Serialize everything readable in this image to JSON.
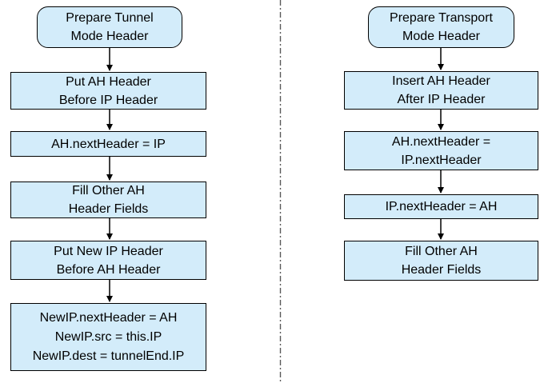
{
  "diagram": {
    "colors": {
      "node_fill": "#d3ecfa",
      "node_border": "#000000",
      "text": "#000000",
      "arrow": "#000000",
      "divider": "#595959"
    },
    "left_flow": {
      "nodes": [
        {
          "type": "terminator",
          "text": "Prepare Tunnel\nMode Header"
        },
        {
          "type": "process",
          "text": "Put AH Header\nBefore IP Header"
        },
        {
          "type": "process",
          "text": "AH.nextHeader = IP"
        },
        {
          "type": "process",
          "text": "Fill Other AH\nHeader Fields"
        },
        {
          "type": "process",
          "text": "Put New IP Header\nBefore AH Header"
        },
        {
          "type": "process",
          "text": "NewIP.nextHeader = AH\nNewIP.src = this.IP\nNewIP.dest = tunnelEnd.IP"
        }
      ]
    },
    "right_flow": {
      "nodes": [
        {
          "type": "terminator",
          "text": "Prepare Transport\nMode Header"
        },
        {
          "type": "process",
          "text": "Insert AH Header\nAfter IP Header"
        },
        {
          "type": "process",
          "text": "AH.nextHeader =\nIP.nextHeader"
        },
        {
          "type": "process",
          "text": "IP.nextHeader = AH"
        },
        {
          "type": "process",
          "text": "Fill Other AH\nHeader Fields"
        }
      ]
    }
  }
}
